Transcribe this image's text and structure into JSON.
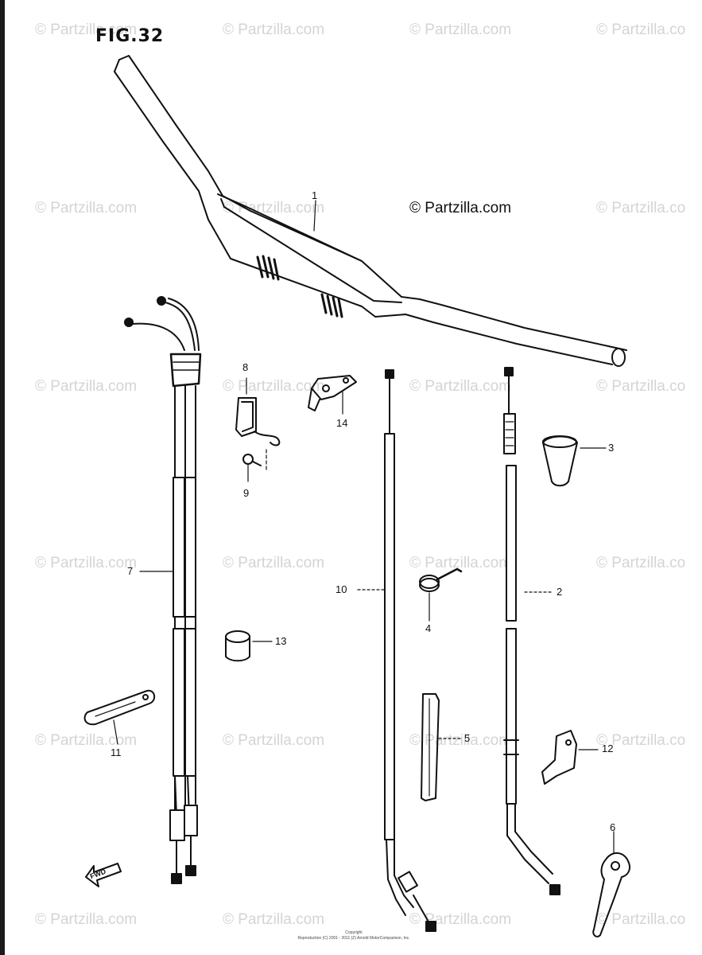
{
  "figure": {
    "title": "FIG.32"
  },
  "watermark": {
    "text": "© Partzilla.com",
    "text_clipped": "© Partzilla.co",
    "prominent": "© Partzilla.com"
  },
  "callouts": {
    "c1": "1",
    "c2": "2",
    "c3": "3",
    "c4": "4",
    "c5": "5",
    "c6": "6",
    "c7": "7",
    "c8": "8",
    "c9": "9",
    "c10": "10",
    "c11": "11",
    "c12": "12",
    "c13": "13",
    "c14": "14"
  },
  "fwd_marker": "FWD",
  "footer": {
    "line1": "Copyright",
    "line2": "Reproduction (C) 2001 - 2011 (Z) Arnold MotorComparison, Inc."
  },
  "colors": {
    "ink": "#111111",
    "watermark": "#d4d4d4",
    "paper": "#ffffff"
  }
}
